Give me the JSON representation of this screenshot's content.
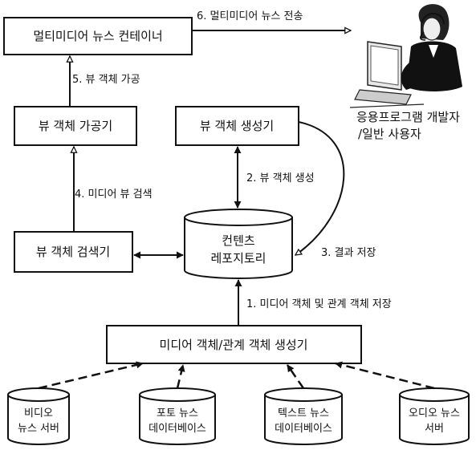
{
  "nodes": {
    "multimedia_news_container": "멀티미디어 뉴스 컨테이너",
    "view_object_processor": "뷰 객체 가공기",
    "view_object_generator": "뷰 객체 생성기",
    "view_object_searcher": "뷰 객체 검색기",
    "content_repository": [
      "컨텐츠",
      "레포지토리"
    ],
    "media_relation_generator": "미디어 객체/관계 객체 생성기",
    "video_news_server": [
      "비디오",
      "뉴스 서버"
    ],
    "photo_news_db": [
      "포토 뉴스",
      "데이터베이스"
    ],
    "text_news_db": [
      "텍스트 뉴스",
      "데이터베이스"
    ],
    "audio_news_server": [
      "오디오 뉴스",
      "서버"
    ],
    "user": [
      "응용프로그램 개발자",
      "/일반 사용자"
    ]
  },
  "edges": {
    "store_objects": "1. 미디어 객체 및 관계 객체 저장",
    "create_view_object": "2. 뷰 객체 생성",
    "store_result": "3. 결과 저장",
    "search_media_view": "4. 미디어 뷰 검색",
    "process_view_object": "5. 뷰 객체 가공",
    "send_multimedia_news": "6. 멀티미디어 뉴스 전송"
  }
}
